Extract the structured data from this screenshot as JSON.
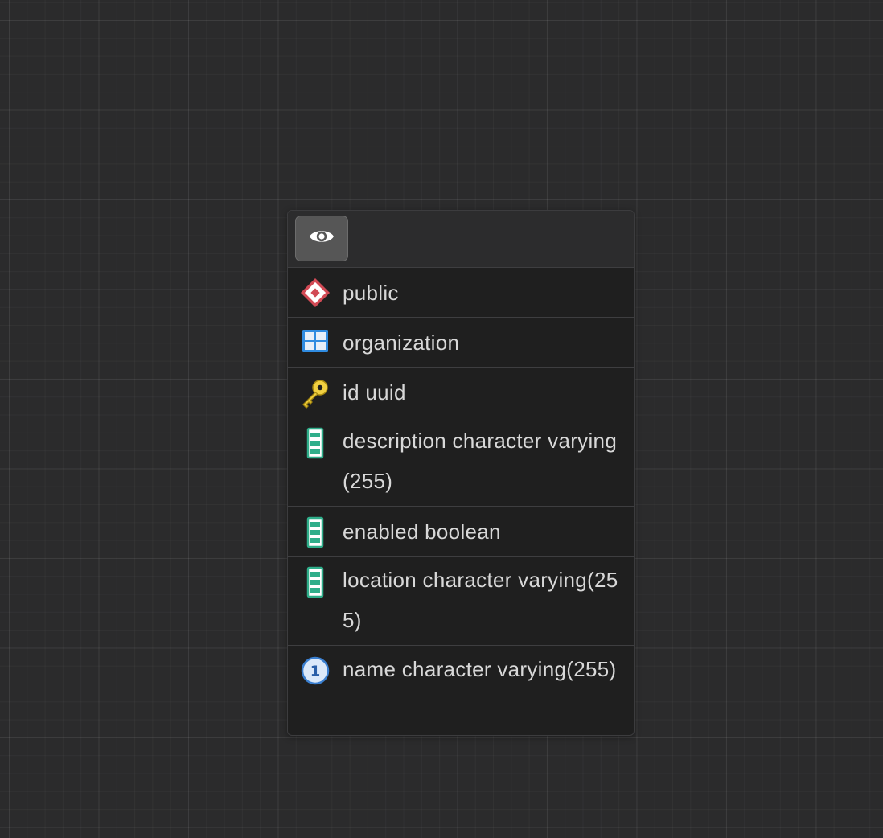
{
  "node": {
    "header": {
      "icon": "eye-icon"
    },
    "rows": [
      {
        "icon": "schema-diamond-icon",
        "label": "public"
      },
      {
        "icon": "table-grid-icon",
        "label": "organization"
      },
      {
        "icon": "primary-key-icon",
        "label": "id uuid"
      },
      {
        "icon": "column-icon",
        "label": "description character varying(255)"
      },
      {
        "icon": "column-icon",
        "label": "enabled boolean"
      },
      {
        "icon": "column-icon",
        "label": "location character varying(255)"
      },
      {
        "icon": "unique-index-icon",
        "label": "name character varying(255)"
      }
    ]
  },
  "colors": {
    "canvas_background": "#2b2b2c",
    "node_background": "#1f1f1f",
    "header_background": "#2c2c2d",
    "schema_icon": "#d24a55",
    "table_icon": "#2f8be0",
    "key_icon": "#e6c030",
    "column_icon": "#2fae8a",
    "unique_icon": "#3a7fd0"
  }
}
